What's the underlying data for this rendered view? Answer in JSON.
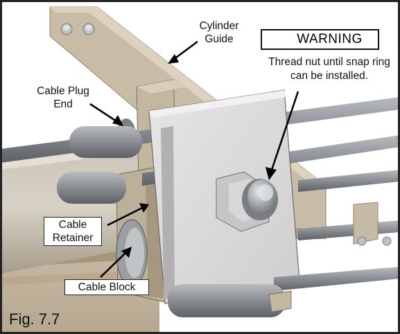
{
  "labels": {
    "cylinder_guide": "Cylinder\nGuide",
    "cable_plug_end": "Cable Plug\nEnd",
    "cable_retainer": "Cable\nRetainer",
    "cable_block": "Cable Block"
  },
  "warning": {
    "title": "WARNING",
    "note": "Thread nut until snap ring can be installed."
  },
  "caption": "Fig. 7.7",
  "colors": {
    "rod": "#8e9296",
    "metal_light": "#d9d7d8",
    "guide_tan": "#c9bca6",
    "frame": "#222222"
  }
}
